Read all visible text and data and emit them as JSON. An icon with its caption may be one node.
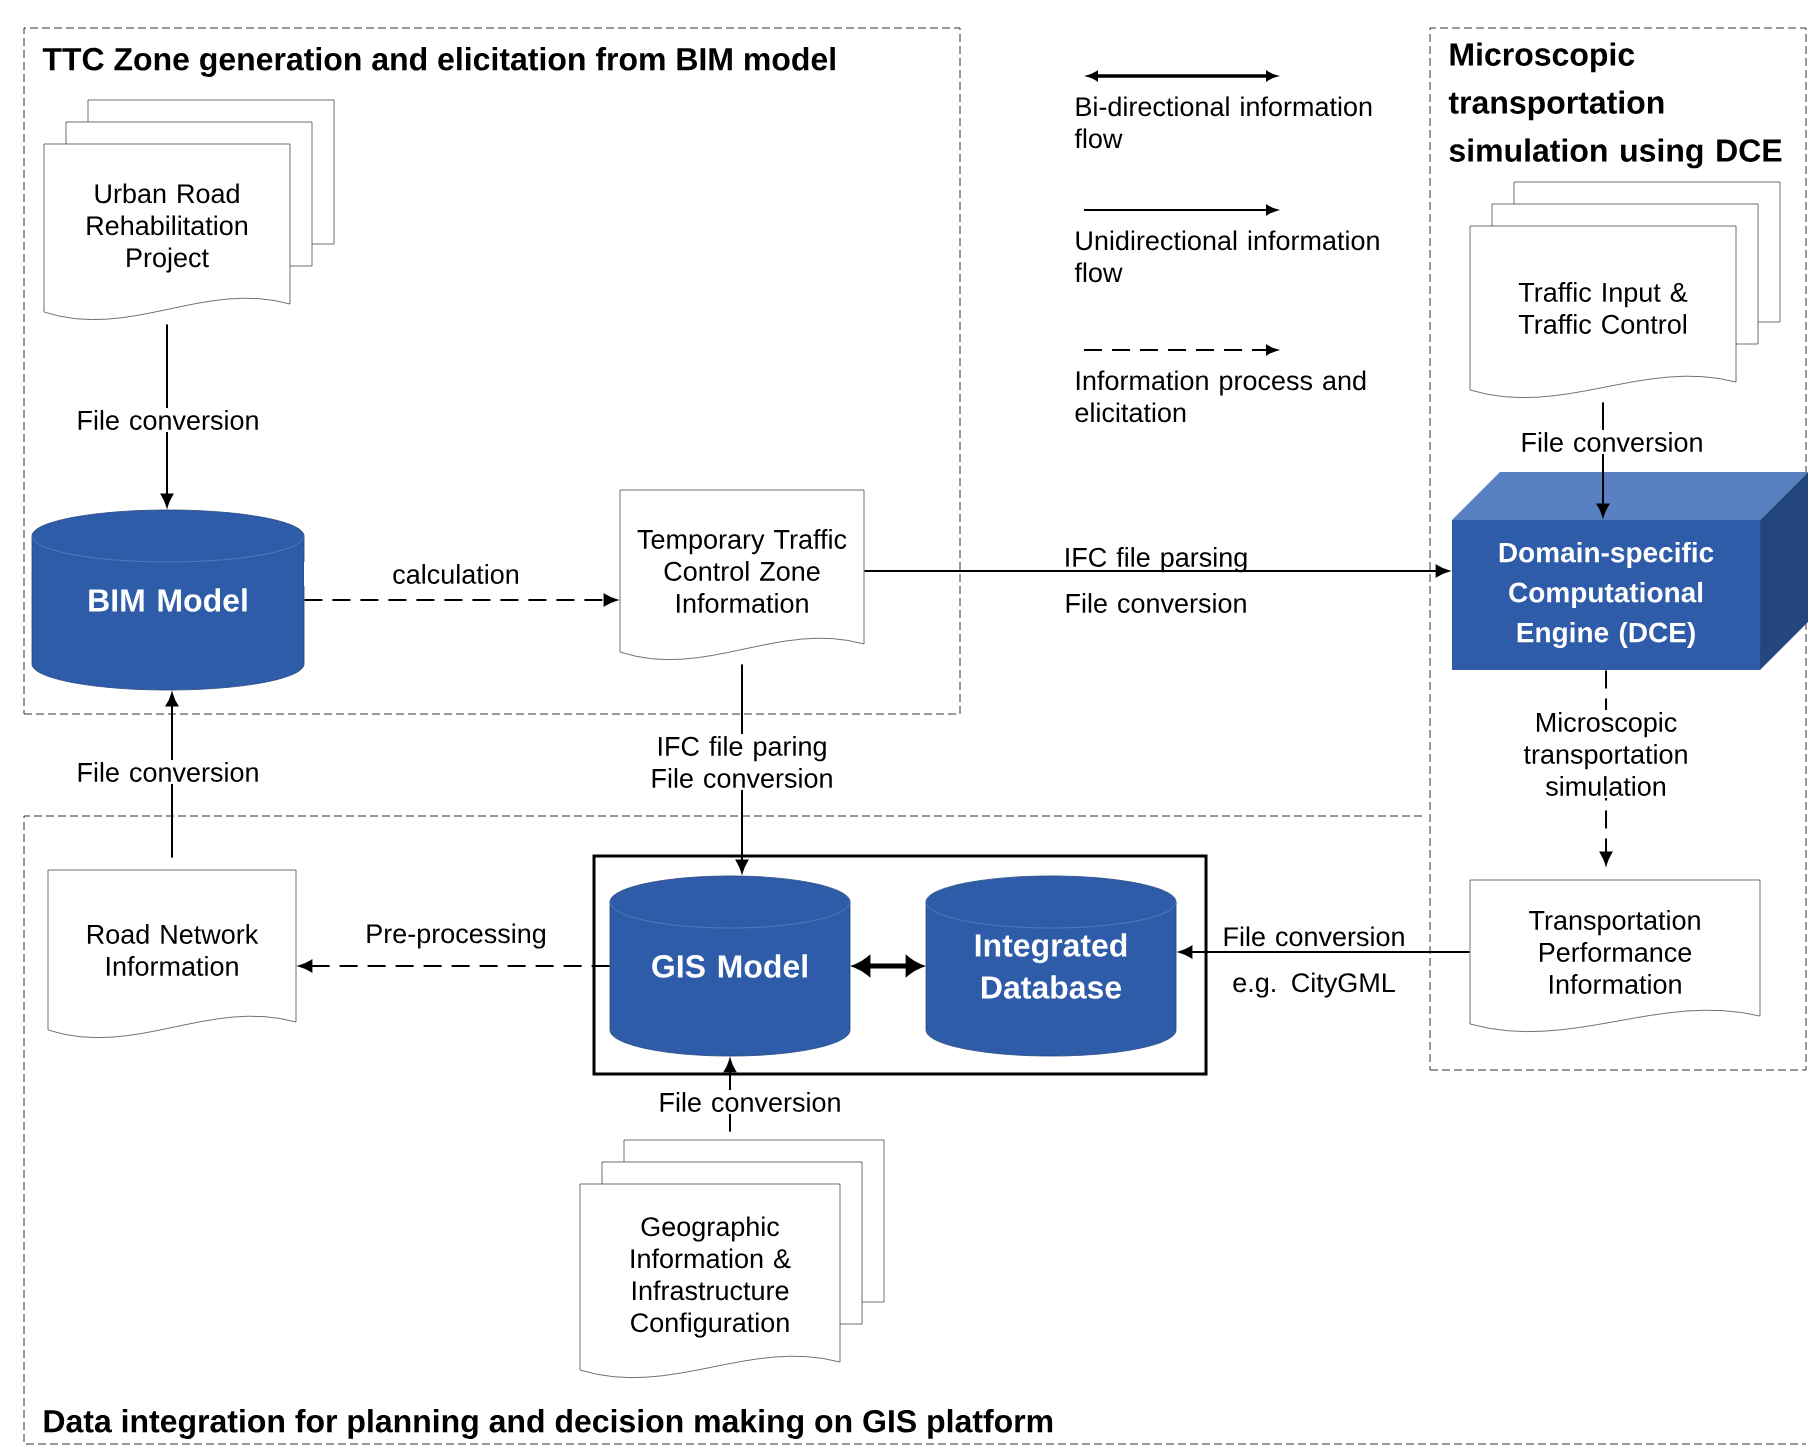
{
  "diagram": {
    "nodes": [
      {
        "text": [
          "TTC Zone generation and elicitation from BIM model"
        ]
      },
      {
        "text": [
          "Microscopic transportation simulation using DCE"
        ]
      },
      {
        "text": [
          "Data integration for planning and decision making on GIS platform"
        ]
      },
      {
        "text": [
          "Urban Road Rehabilitation Project"
        ],
        "in": 0
      },
      {
        "text": [
          "BIM Model"
        ],
        "in": 0
      },
      {
        "text": [
          "Temporary Traffic Control Zone Information"
        ],
        "in": 0
      },
      {
        "text": [
          "Traffic Input & Traffic Control"
        ],
        "in": 1
      },
      {
        "text": [
          "Domain-specific Computational Engine (DCE)"
        ],
        "in": 1
      },
      {
        "text": [
          "Transportation Performance Information"
        ]
      },
      {
        "text": [
          "Road Network Information"
        ],
        "in": 2
      },
      {
        "text": [],
        "shape": "box",
        "in": 2
      },
      {
        "text": [
          "GIS Model"
        ],
        "in": 10
      },
      {
        "text": [
          "Integrated Database"
        ],
        "in": 10
      },
      {
        "text": [
          "Geographic Information & Infrastructure Configuration"
        ],
        "in": 2
      }
    ],
    "edges": [
      {
        "from": 3,
        "to": 4,
        "arrow": "to",
        "label": "File conversion"
      },
      {
        "from": 4,
        "to": 5,
        "arrow": "to",
        "style": "dashed",
        "label": "calculation"
      },
      {
        "from": 5,
        "to": 7,
        "arrow": "to",
        "label": "IFC file parsing File conversion"
      },
      {
        "from": 5,
        "to": 11,
        "arrow": "to",
        "label": "IFC file paring File conversion"
      },
      {
        "from": 6,
        "to": 7,
        "arrow": "to",
        "label": "File conversion"
      },
      {
        "from": 7,
        "to": 8,
        "arrow": "to",
        "style": "dashed",
        "label": "Microscopic transportation simulation"
      },
      {
        "from": 9,
        "to": 4,
        "arrow": "to",
        "label": "File conversion"
      },
      {
        "from": 11,
        "to": 9,
        "arrow": "to",
        "style": "dashed",
        "label": "Pre-processing"
      },
      {
        "from": 11,
        "to": 12,
        "arrow": "both",
        "style": "thick"
      },
      {
        "from": 8,
        "to": 12,
        "arrow": "to",
        "label": "File conversion e.g. CityGML"
      },
      {
        "from": 13,
        "to": 11,
        "arrow": "to",
        "label": "File conversion"
      }
    ],
    "legend": [
      {
        "text": "Bi-directional information flow"
      },
      {
        "text": "Unidirectional information flow"
      },
      {
        "text": "Information process and elicitation"
      }
    ]
  }
}
